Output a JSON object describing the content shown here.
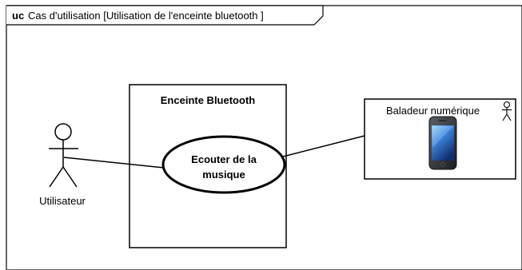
{
  "frame": {
    "keyword": "uc",
    "title": "Cas d'utilisation [Utilisation de l'enceinte bluetooth ]"
  },
  "system": {
    "name": "Enceinte Bluetooth"
  },
  "use_case": {
    "line1": "Ecouter de la",
    "line2": "musique"
  },
  "actors": {
    "user": {
      "name": "Utilisateur"
    },
    "player": {
      "name": "Baladeur numérique",
      "icon": "smartphone-icon"
    }
  },
  "colors": {
    "stroke": "#000000",
    "background": "#ffffff"
  }
}
